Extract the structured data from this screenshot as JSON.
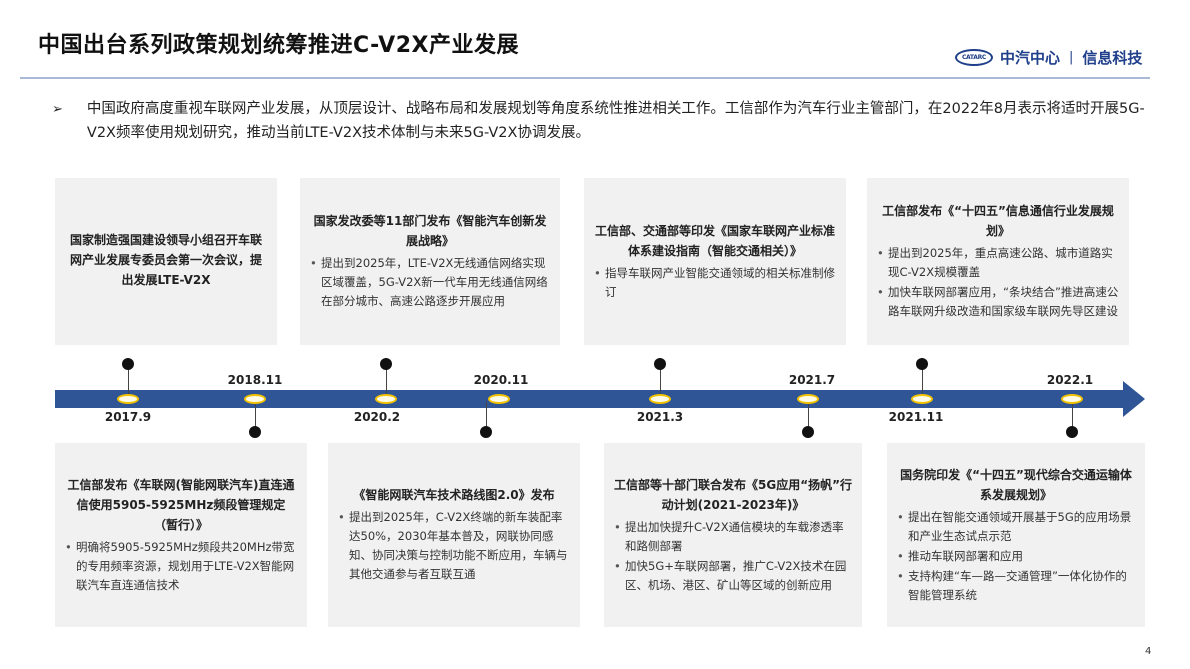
{
  "header": {
    "title": "中国出台系列政策规划统筹推进C-V2X产业发展",
    "logo_badge": "CATARC",
    "logo_org": "中汽中心",
    "logo_sep": "|",
    "logo_unit": "信息科技"
  },
  "intro": {
    "bullet_icon": "➢",
    "text": "中国政府高度重视车联网产业发展，从顶层设计、战略布局和发展规划等角度系统性推进相关工作。工信部作为汽车行业主管部门，在2022年8月表示将适时开展5G-V2X频率使用规划研究，推动当前LTE-V2X技术体制与未来5G-V2X协调发展。"
  },
  "timeline": {
    "color": "#2f5597",
    "node_color": "#f2c200",
    "events": [
      {
        "date": "2017.9",
        "position": "top",
        "title": "国家制造强国建设领导小组召开车联网产业发展专委员会第一次会议，提出发展LTE-V2X",
        "bullets": []
      },
      {
        "date": "2018.11",
        "position": "bottom",
        "title": "工信部发布《车联网(智能网联汽车)直连通信使用5905-5925MHz频段管理规定（暂行）》",
        "bullets": [
          "明确将5905-5925MHz频段共20MHz带宽的专用频率资源，规划用于LTE-V2X智能网联汽车直连通信技术"
        ]
      },
      {
        "date": "2020.2",
        "position": "top",
        "title": "国家发改委等11部门发布《智能汽车创新发展战略》",
        "bullets": [
          "提出到2025年，LTE-V2X无线通信网络实现区域覆盖，5G-V2X新一代车用无线通信网络在部分城市、高速公路逐步开展应用"
        ]
      },
      {
        "date": "2020.11",
        "position": "bottom",
        "title": "《智能网联汽车技术路线图2.0》发布",
        "bullets": [
          "提出到2025年，C-V2X终端的新车装配率达50%，2030年基本普及，网联协同感知、协同决策与控制功能不断应用，车辆与其他交通参与者互联互通"
        ]
      },
      {
        "date": "2021.3",
        "position": "top",
        "title": "工信部、交通部等印发《国家车联网产业标准体系建设指南（智能交通相关）》",
        "bullets": [
          "指导车联网产业智能交通领域的相关标准制修订"
        ]
      },
      {
        "date": "2021.7",
        "position": "bottom",
        "title": "工信部等十部门联合发布《5G应用“扬帆”行动计划(2021-2023年)》",
        "bullets": [
          "提出加快提升C-V2X通信模块的车载渗透率和路侧部署",
          "加快5G+车联网部署，推广C-V2X技术在园区、机场、港区、矿山等区域的创新应用"
        ]
      },
      {
        "date": "2021.11",
        "position": "top",
        "title": "工信部发布《“十四五”信息通信行业发展规划》",
        "bullets": [
          "提出到2025年，重点高速公路、城市道路实现C-V2X规模覆盖",
          "加快车联网部署应用，“条块结合”推进高速公路车联网升级改造和国家级车联网先导区建设"
        ]
      },
      {
        "date": "2022.1",
        "position": "bottom",
        "title": "国务院印发《“十四五”现代综合交通运输体系发展规划》",
        "bullets": [
          "提出在智能交通领域开展基于5G的应用场景和产业生态试点示范",
          "推动车联网部署和应用",
          "支持构建“车—路—交通管理”一体化协作的智能管理系统"
        ]
      }
    ]
  },
  "footer": {
    "page_number": "4"
  }
}
